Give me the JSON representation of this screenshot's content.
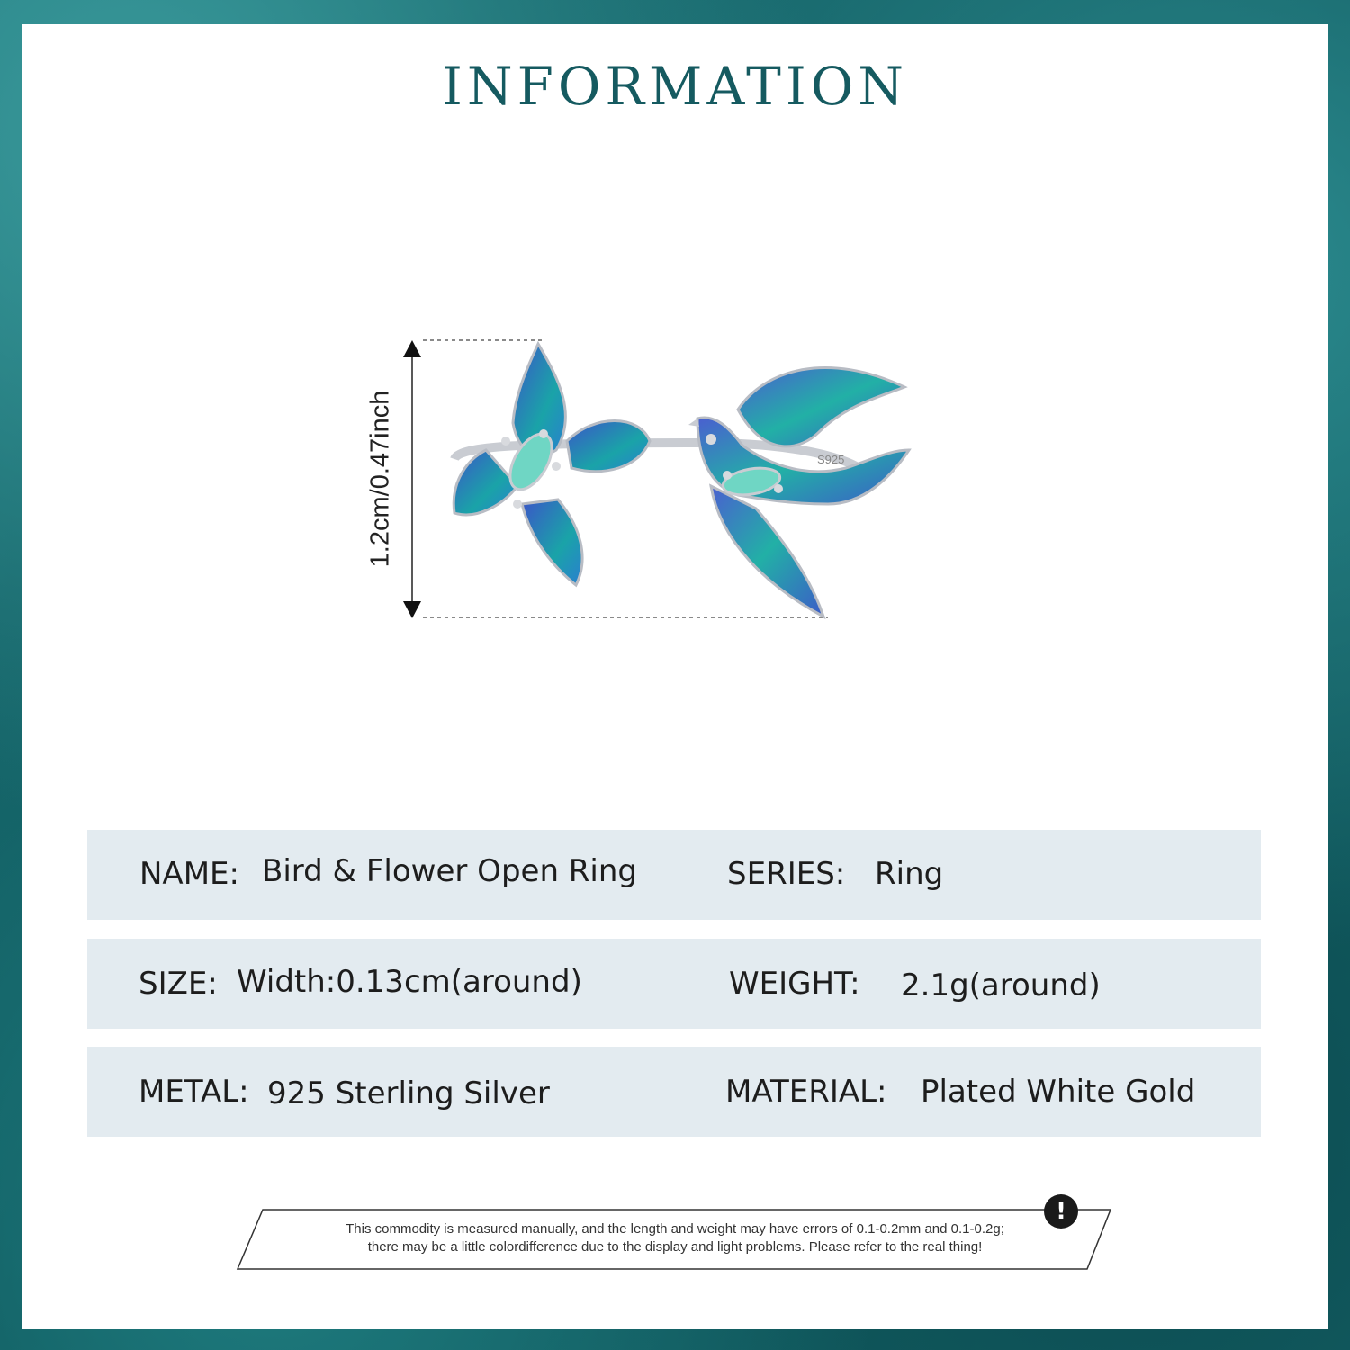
{
  "title": "INFORMATION",
  "dimension_label": "1.2cm/0.47inch",
  "product": {
    "engraving": "S925",
    "colors": {
      "enamel_blue": "#3b55c8",
      "enamel_teal": "#1aa3a8",
      "stone": "#6fd6c4",
      "silver": "#c9ccd2"
    }
  },
  "specs": {
    "name_label": "NAME:",
    "name_value": "Bird & Flower Open Ring",
    "series_label": "SERIES:",
    "series_value": "Ring",
    "size_label": "SIZE:",
    "size_value": "Width:0.13cm(around)",
    "weight_label": "WEIGHT:",
    "weight_value": "2.1g(around)",
    "metal_label": "METAL:",
    "metal_value": "925 Sterling Silver",
    "material_label": "MATERIAL:",
    "material_value": "Plated White Gold"
  },
  "notice": {
    "line1": "This commodity is measured manually, and the length and weight may have errors of 0.1-0.2mm and 0.1-0.2g;",
    "line2": "there may be a little colordifference due to the display and light problems. Please refer to the real thing!",
    "icon": "exclamation-icon"
  },
  "colors": {
    "title": "#155a60",
    "row_bg": "#e3ebf0",
    "frame": "#0d5a5e"
  }
}
